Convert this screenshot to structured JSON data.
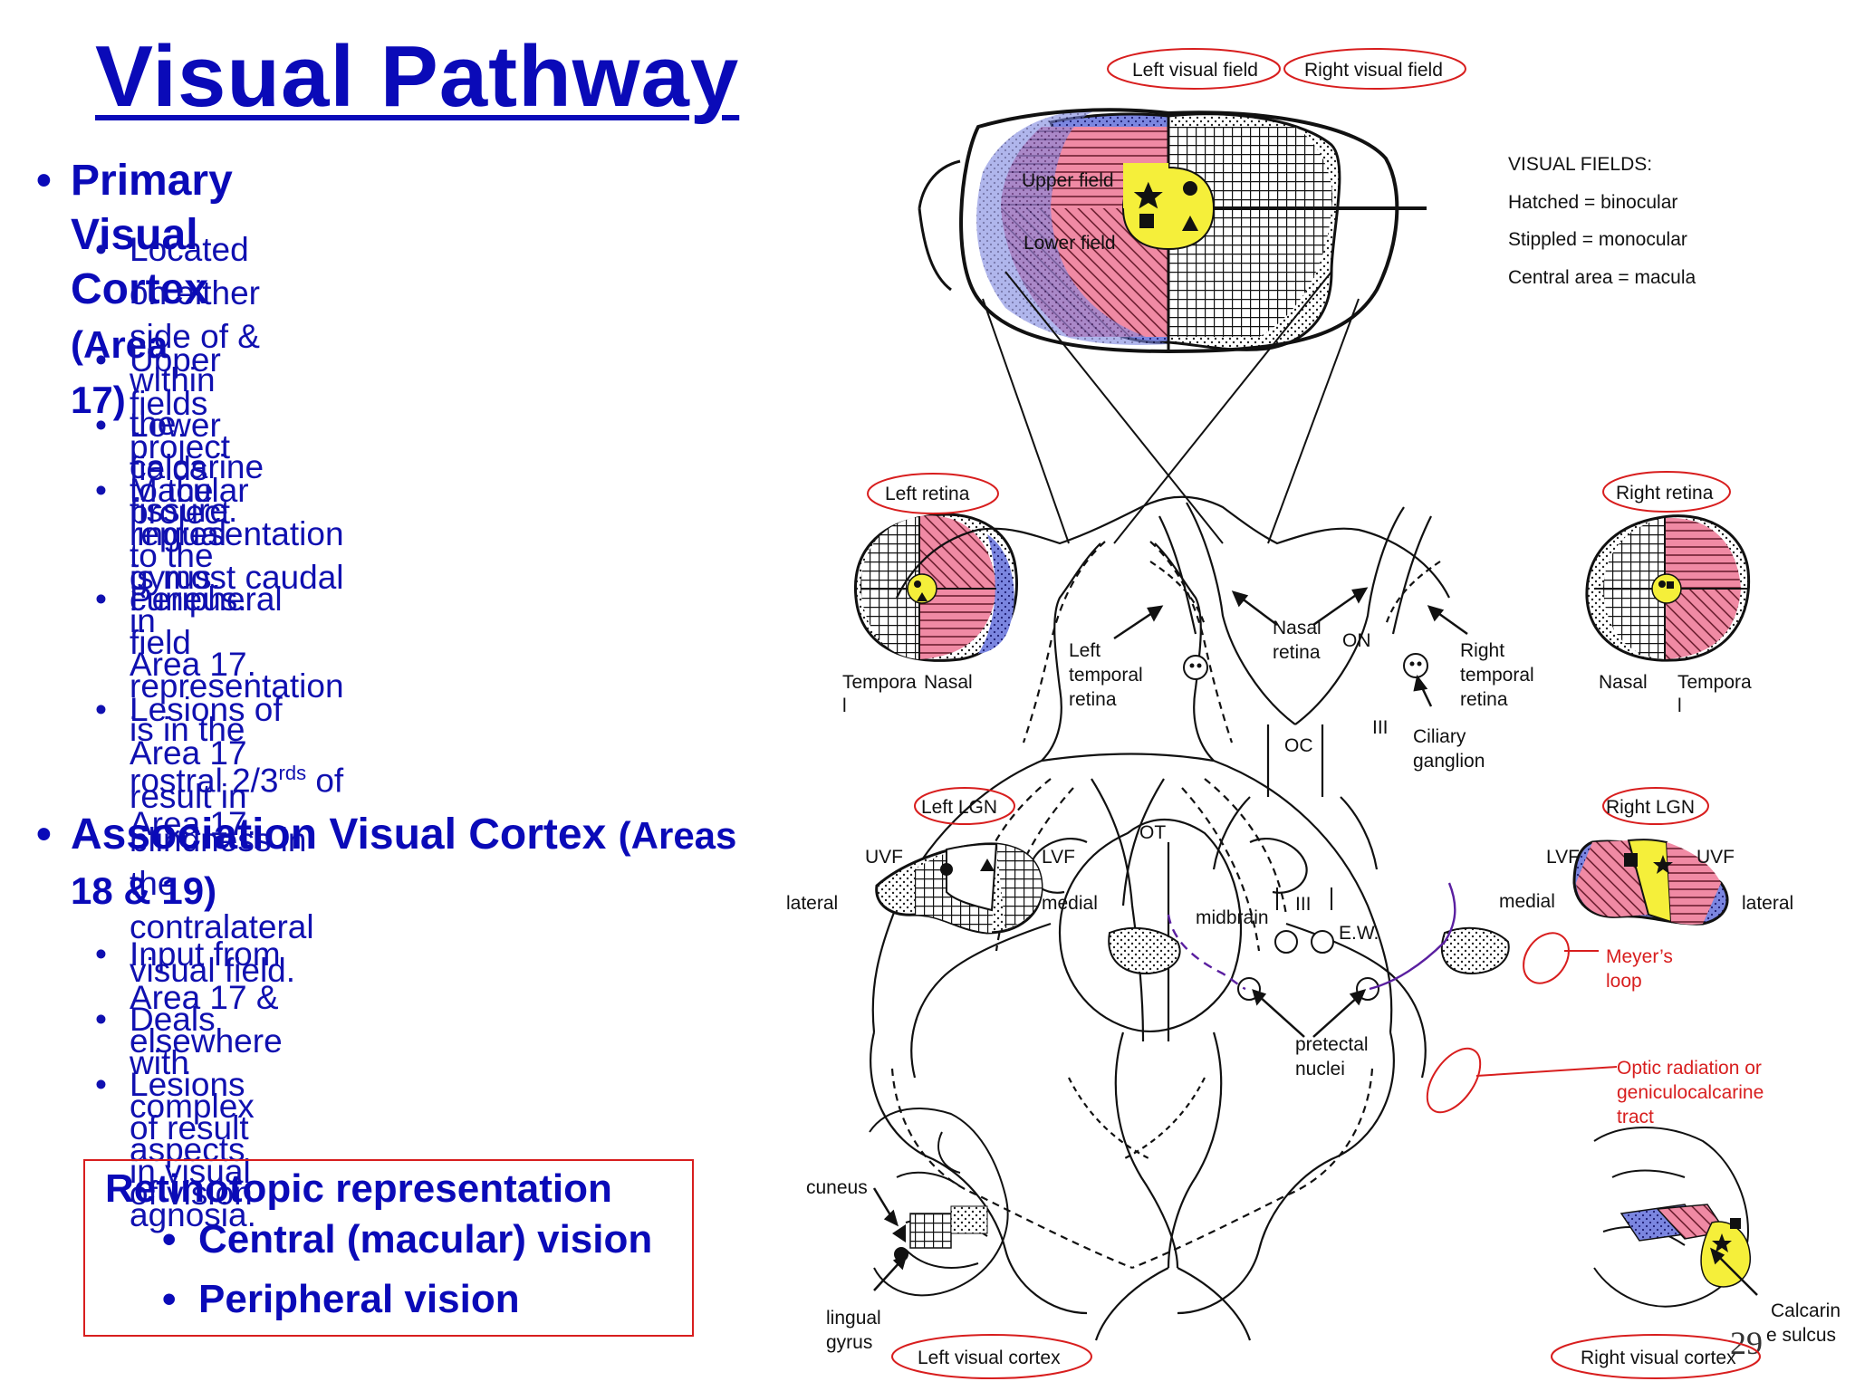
{
  "slide": {
    "title": "Visual Pathway",
    "page_number": "29"
  },
  "bullets": {
    "primary": {
      "heading": "Primary Visual Cortex",
      "heading_suffix": "(Area 17)",
      "items": [
        [
          "Located on either side of & within the",
          "calcarine fissure."
        ],
        [
          "Upper fields project to the lingual gyrus."
        ],
        [
          "Lower fields project to the cuneus."
        ],
        [
          "Macular representation is most caudal in",
          "Area 17."
        ],
        [
          "Peripheral field representation is in the"
        ],
        [
          "Lesions of Area 17 result in blindness in",
          "the contralateral visual field."
        ]
      ],
      "rostral_line": {
        "pre": "rostral 2/3",
        "sup": "rds",
        "post": " of Area 17."
      }
    },
    "association": {
      "heading": "Association Visual Cortex",
      "heading_suffix": "(Areas",
      "heading_line2": "18 & 19)",
      "items": [
        "Input from Area 17 & elsewhere",
        "Deals with complex aspects of vision",
        "Lesions of result in visual agnosia."
      ]
    }
  },
  "retinotopic_box": {
    "title": "Retinotopic representation",
    "items": [
      "Central (macular) vision",
      "Peripheral vision"
    ]
  },
  "diagram": {
    "labels": {
      "left_visual_field": "Left visual field",
      "right_visual_field": "Right visual field",
      "upper_field": "Upper field",
      "lower_field": "Lower field",
      "vf_heading": "VISUAL FIELDS:",
      "vf_hatched": "Hatched = binocular",
      "vf_stippled": "Stippled = monocular",
      "vf_central": "Central area = macula",
      "left_retina": "Left retina",
      "right_retina": "Right retina",
      "tempora_left": "Tempora",
      "l_left": "l",
      "nasal_left": "Nasal",
      "nasal_right": "Nasal",
      "tempora_right": "Tempora",
      "l_right": "l",
      "left_temporal_1": "Left",
      "left_temporal_2": "temporal",
      "left_temporal_3": "retina",
      "nasal_retina_1": "Nasal",
      "nasal_retina_2": "retina",
      "on": "ON",
      "right_temporal_1": "Right",
      "right_temporal_2": "temporal",
      "right_temporal_3": "retina",
      "iii_upper": "III",
      "ciliary_1": "Ciliary",
      "ciliary_2": "ganglion",
      "oc": "OC",
      "ot": "OT",
      "left_lgn": "Left LGN",
      "right_lgn": "Right LGN",
      "uvf_left": "UVF",
      "lvf_left": "LVF",
      "lateral_left": "lateral",
      "medial_left": "medial",
      "lvf_right": "LVF",
      "uvf_right": "UVF",
      "medial_right": "medial",
      "lateral_right": "lateral",
      "iii_mid": "III",
      "midbrain": "midbrain",
      "ew": "E.W.",
      "meyers_1": "Meyer’s",
      "meyers_2": "loop",
      "pretectal_1": "pretectal",
      "pretectal_2": "nuclei",
      "optic_rad_1": "Optic radiation or",
      "optic_rad_2": "geniculocalcarine",
      "optic_rad_3": "tract",
      "cuneus": "cuneus",
      "lingual_1": "lingual",
      "lingual_2": "gyrus",
      "left_visual_cortex": "Left visual cortex",
      "right_visual_cortex": "Right visual cortex",
      "calcarine_1": "Calcarin",
      "calcarine_2": "e sulcus"
    },
    "colors": {
      "pink": "#f08aa4",
      "blue": "#7b86e0",
      "yellow": "#f5ef3a",
      "red_annotation": "#d81e1e",
      "text_blue": "#0a0ab8"
    }
  }
}
